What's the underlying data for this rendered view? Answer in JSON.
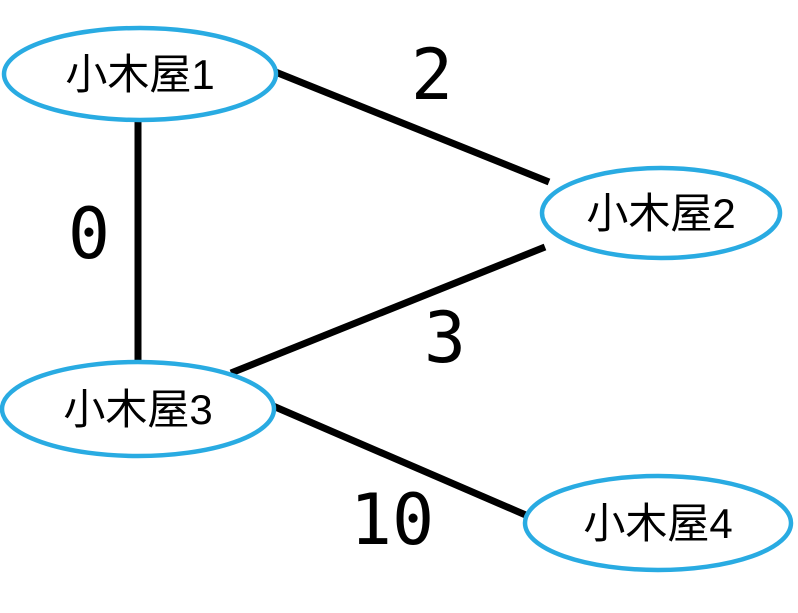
{
  "diagram": {
    "kind": "undirected-weighted-graph",
    "background_color": "#ffffff",
    "node_fill_color": "#ffffff",
    "node_border_color": "#29ABE2",
    "edge_color": "#000000",
    "text_color": "#000000"
  },
  "nodes": [
    {
      "label": "小木屋1"
    },
    {
      "label": "小木屋2"
    },
    {
      "label": "小木屋3"
    },
    {
      "label": "小木屋4"
    }
  ],
  "edges": [
    {
      "from": "小木屋1",
      "to": "小木屋2",
      "weight": "2"
    },
    {
      "from": "小木屋1",
      "to": "小木屋3",
      "weight": "0"
    },
    {
      "from": "小木屋2",
      "to": "小木屋3",
      "weight": "3"
    },
    {
      "from": "小木屋3",
      "to": "小木屋4",
      "weight": "10"
    }
  ]
}
